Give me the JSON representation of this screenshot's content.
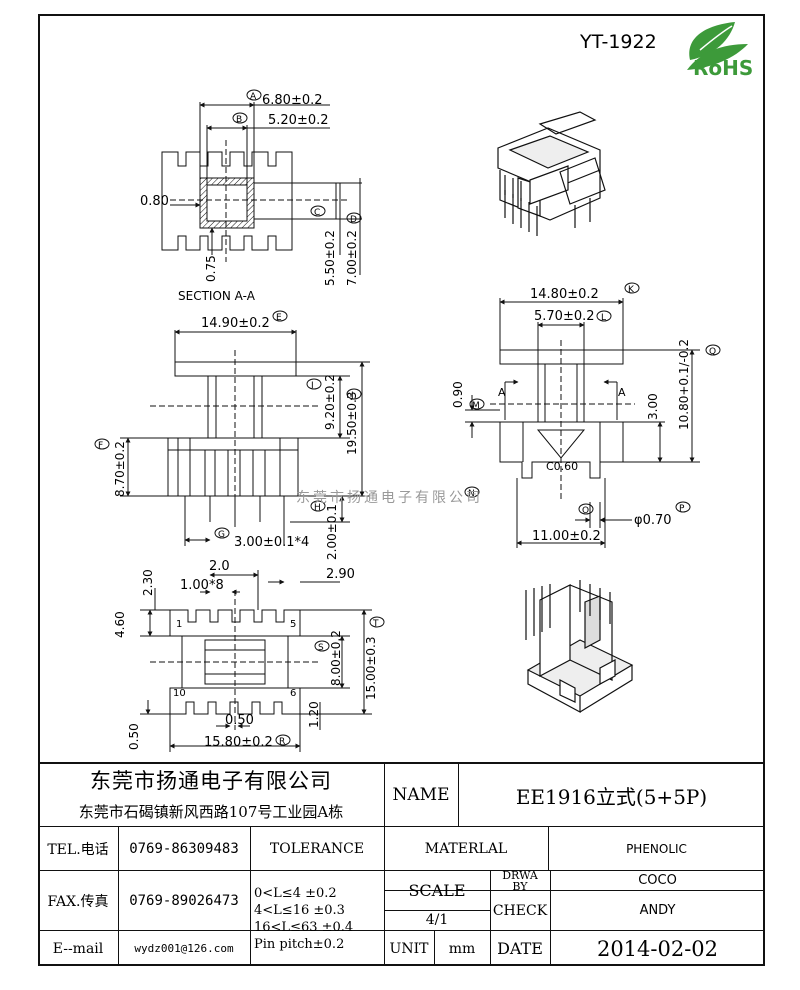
{
  "drawing": {
    "part_number": "YT-1922",
    "rohs": "RoHS",
    "section_label": "SECTION A-A",
    "watermark": "东莞市扬通电子有限公司",
    "dims": {
      "a": "6.80±0.2",
      "b": "5.20±0.2",
      "c_080": "0.80",
      "d_075": "0.75",
      "d_550": "5.50±0.2",
      "d_700": "7.00±0.2",
      "e": "14.90±0.2",
      "i": "9.20±0.2",
      "j": "19.50±0.3",
      "f": "8.70±0.2",
      "h": "2.00±0.1",
      "g": "3.00±0.1*4",
      "k": "14.80±0.2",
      "l": "5.70±0.2",
      "q": "10.80+0.1/-0.2",
      "m": "0.90",
      "d300": "3.00",
      "c060": "C0.60",
      "a_left": "A",
      "a_right": "A",
      "o": "11.00±0.2",
      "p": "φ0.70",
      "d230": "2.30",
      "d20": "2.0",
      "d290": "2.90",
      "d100x8": "1.00*8",
      "d460": "4.60",
      "s": "8.00±0.2",
      "t": "15.00±0.3",
      "d120": "1.20",
      "d050a": "0.50",
      "d050b": "0.50",
      "r": "15.80±0.2",
      "pin1": "1",
      "pin5": "5",
      "pin10": "10",
      "pin6": "6"
    },
    "callouts": {
      "a": "A",
      "b": "B",
      "c": "C",
      "d": "D",
      "e": "E",
      "f": "F",
      "g": "G",
      "h": "H",
      "i": "I",
      "j": "J",
      "k": "K",
      "l": "L",
      "m": "M",
      "n": "N",
      "o": "O",
      "p": "P",
      "q": "Q",
      "r": "R",
      "s": "S",
      "t": "T"
    }
  },
  "title_block": {
    "company": "东莞市扬通电子有限公司",
    "address": "东莞市石碣镇新风西路107号工业园A栋",
    "name_label": "NAME",
    "product_name": "EE1916立式(5+5P)",
    "tel_label": "TEL.电话",
    "tel": "0769-86309483",
    "fax_label": "FAX.传真",
    "fax": "0769-89026473",
    "email_label": "E--mail",
    "email": "wydz001@126.com",
    "tolerance_label": "TOLERANCE",
    "tol_1": "0<L≤4   ±0.2",
    "tol_2": "4<L≤16  ±0.3",
    "tol_3": "16<L≤63 ±0.4",
    "tol_4": "Pin pitch±0.2",
    "material_label": "MATERLAL",
    "material": "PHENOLIC",
    "scale_label": "SCALE",
    "scale": "4/1",
    "drawn_label_1": "DRWA",
    "drawn_label_2": "BY",
    "drawn_by": "COCO",
    "check_label": "CHECK",
    "checked_by": "ANDY",
    "unit_label": "UNIT",
    "unit": "mm",
    "date_label": "DATE",
    "date": "2014-02-02"
  }
}
